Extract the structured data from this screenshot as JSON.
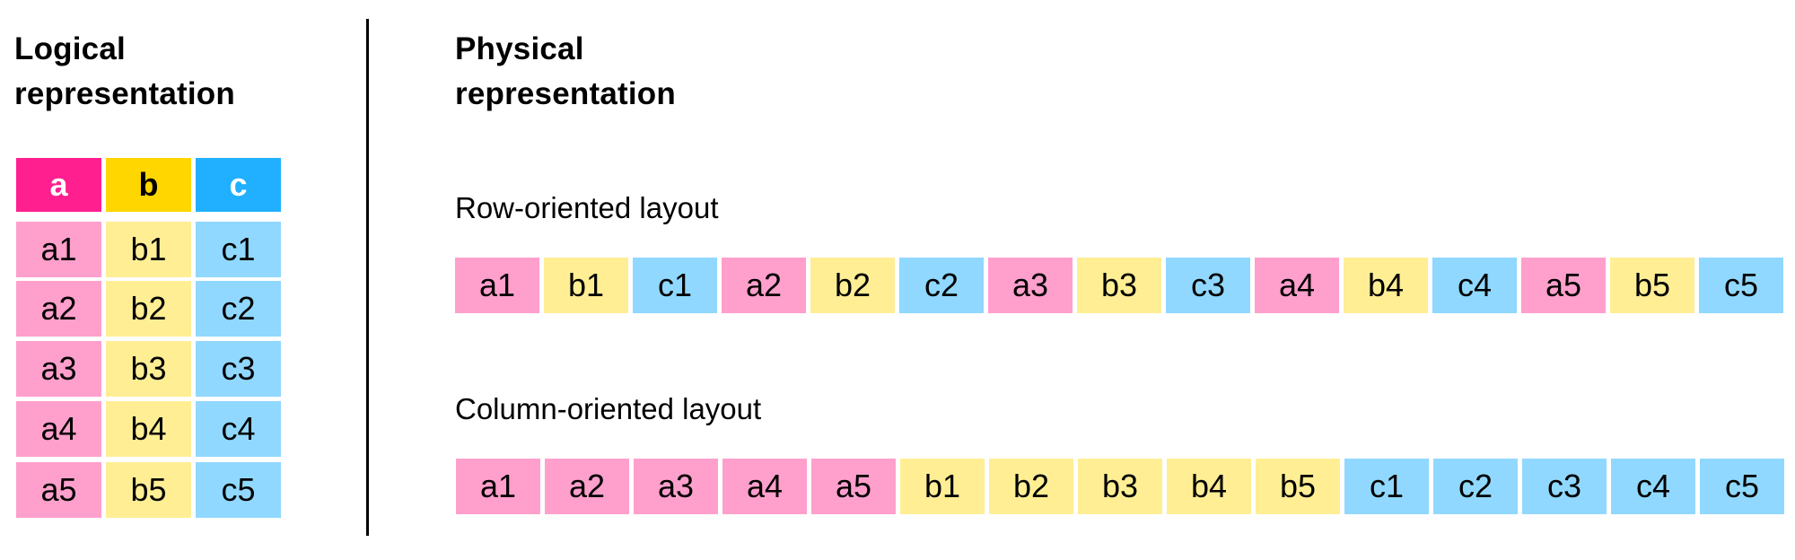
{
  "colors": {
    "a_header": "#FF1F8E",
    "b_header": "#FFD600",
    "c_header": "#20B0FF",
    "a_cell": "#FF9FCC",
    "b_cell": "#FFEE94",
    "c_cell": "#90D8FF",
    "a_header_text": "#FFFFFF",
    "b_header_text": "#000000",
    "c_header_text": "#FFFFFF",
    "divider": "#000000"
  },
  "logical": {
    "title_line1": "Logical",
    "title_line2": "representation",
    "headers": [
      "a",
      "b",
      "c"
    ],
    "rows": [
      [
        "a1",
        "b1",
        "c1"
      ],
      [
        "a2",
        "b2",
        "c2"
      ],
      [
        "a3",
        "b3",
        "c3"
      ],
      [
        "a4",
        "b4",
        "c4"
      ],
      [
        "a5",
        "b5",
        "c5"
      ]
    ]
  },
  "physical": {
    "title_line1": "Physical",
    "title_line2": "representation",
    "row_layout": {
      "label": "Row-oriented layout",
      "cells": [
        "a1",
        "b1",
        "c1",
        "a2",
        "b2",
        "c2",
        "a3",
        "b3",
        "c3",
        "a4",
        "b4",
        "c4",
        "a5",
        "b5",
        "c5"
      ]
    },
    "column_layout": {
      "label": "Column-oriented layout",
      "cells": [
        "a1",
        "a2",
        "a3",
        "a4",
        "a5",
        "b1",
        "b2",
        "b3",
        "b4",
        "b5",
        "c1",
        "c2",
        "c3",
        "c4",
        "c5"
      ]
    }
  }
}
